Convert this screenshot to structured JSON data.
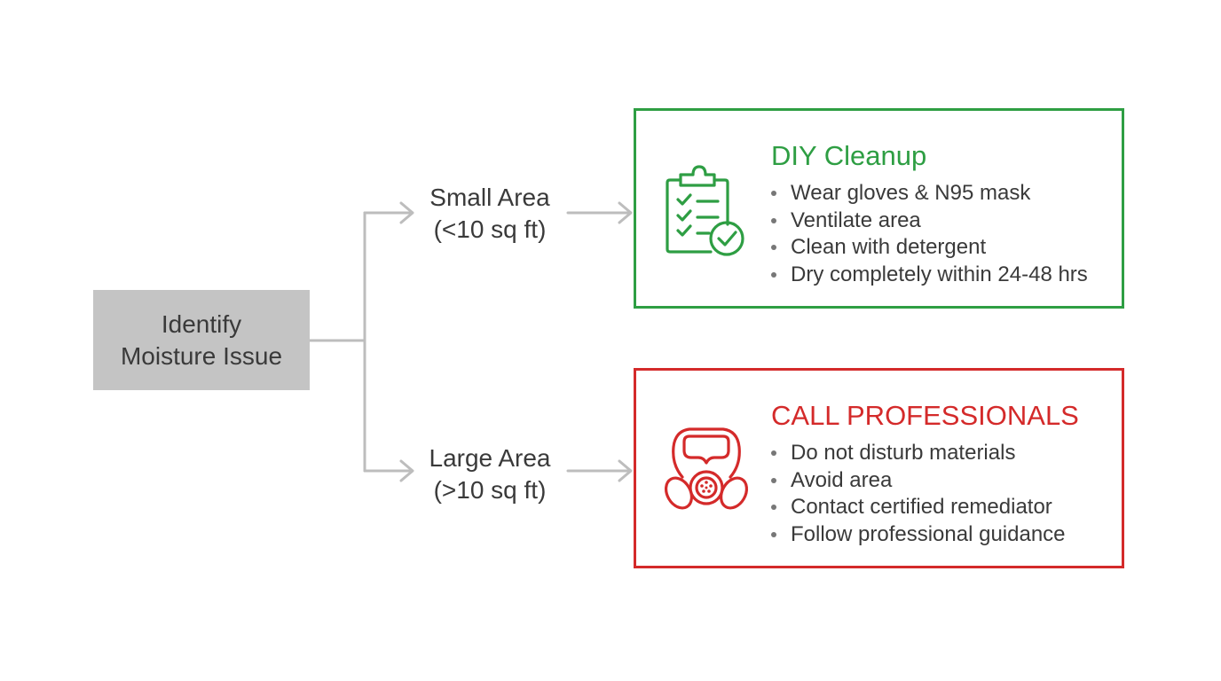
{
  "start": {
    "label": "Identify\nMoisture Issue"
  },
  "branches": {
    "small": {
      "line1": "Small Area",
      "line2": "(<10 sq ft)"
    },
    "large": {
      "line1": "Large Area",
      "line2": "(>10 sq ft)"
    }
  },
  "outcomes": {
    "diy": {
      "title": "DIY Cleanup",
      "icon": "clipboard-check-icon",
      "color": "#2e9e43",
      "items": [
        "Wear gloves & N95 mask",
        "Ventilate area",
        "Clean with detergent",
        "Dry completely within 24-48 hrs"
      ]
    },
    "professional": {
      "title": "CALL PROFESSIONALS",
      "icon": "gas-mask-icon",
      "color": "#d42a2a",
      "items": [
        "Do not disturb materials",
        "Avoid area",
        "Contact certified remediator",
        "Follow professional guidance"
      ]
    }
  },
  "colors": {
    "connector": "#bdbdbd",
    "start_box": "#c4c4c4"
  }
}
